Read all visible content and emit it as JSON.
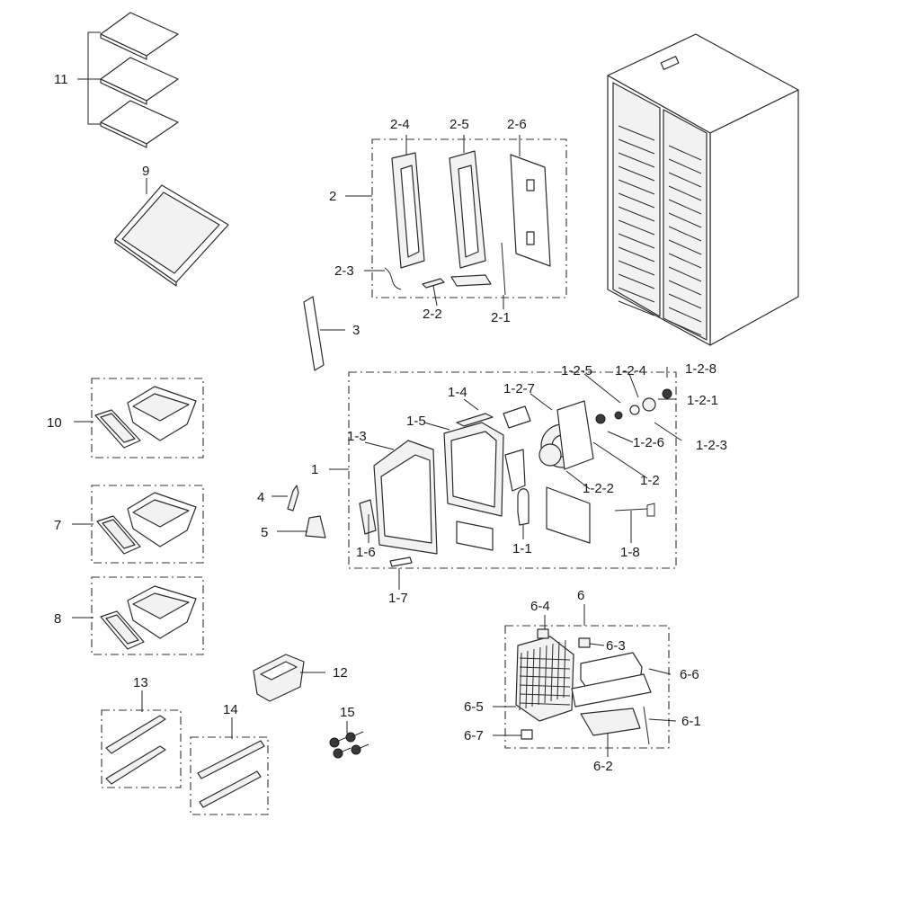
{
  "callouts": {
    "c11": "11",
    "c9": "9",
    "c10": "10",
    "c7": "7",
    "c8": "8",
    "c13": "13",
    "c14": "14",
    "c15": "15",
    "c12": "12",
    "c4": "4",
    "c5": "5",
    "c3": "3",
    "c2": "2",
    "c2_1": "2-1",
    "c2_2": "2-2",
    "c2_3": "2-3",
    "c2_4": "2-4",
    "c2_5": "2-5",
    "c2_6": "2-6",
    "c1": "1",
    "c1_1": "1-1",
    "c1_2": "1-2",
    "c1_3": "1-3",
    "c1_4": "1-4",
    "c1_5": "1-5",
    "c1_6": "1-6",
    "c1_7": "1-7",
    "c1_8": "1-8",
    "c1_2_1": "1-2-1",
    "c1_2_2": "1-2-2",
    "c1_2_3": "1-2-3",
    "c1_2_4": "1-2-4",
    "c1_2_5": "1-2-5",
    "c1_2_6": "1-2-6",
    "c1_2_7": "1-2-7",
    "c1_2_8": "1-2-8",
    "c6": "6",
    "c6_1": "6-1",
    "c6_2": "6-2",
    "c6_3": "6-3",
    "c6_4": "6-4",
    "c6_5": "6-5",
    "c6_6": "6-6",
    "c6_7": "6-7"
  }
}
